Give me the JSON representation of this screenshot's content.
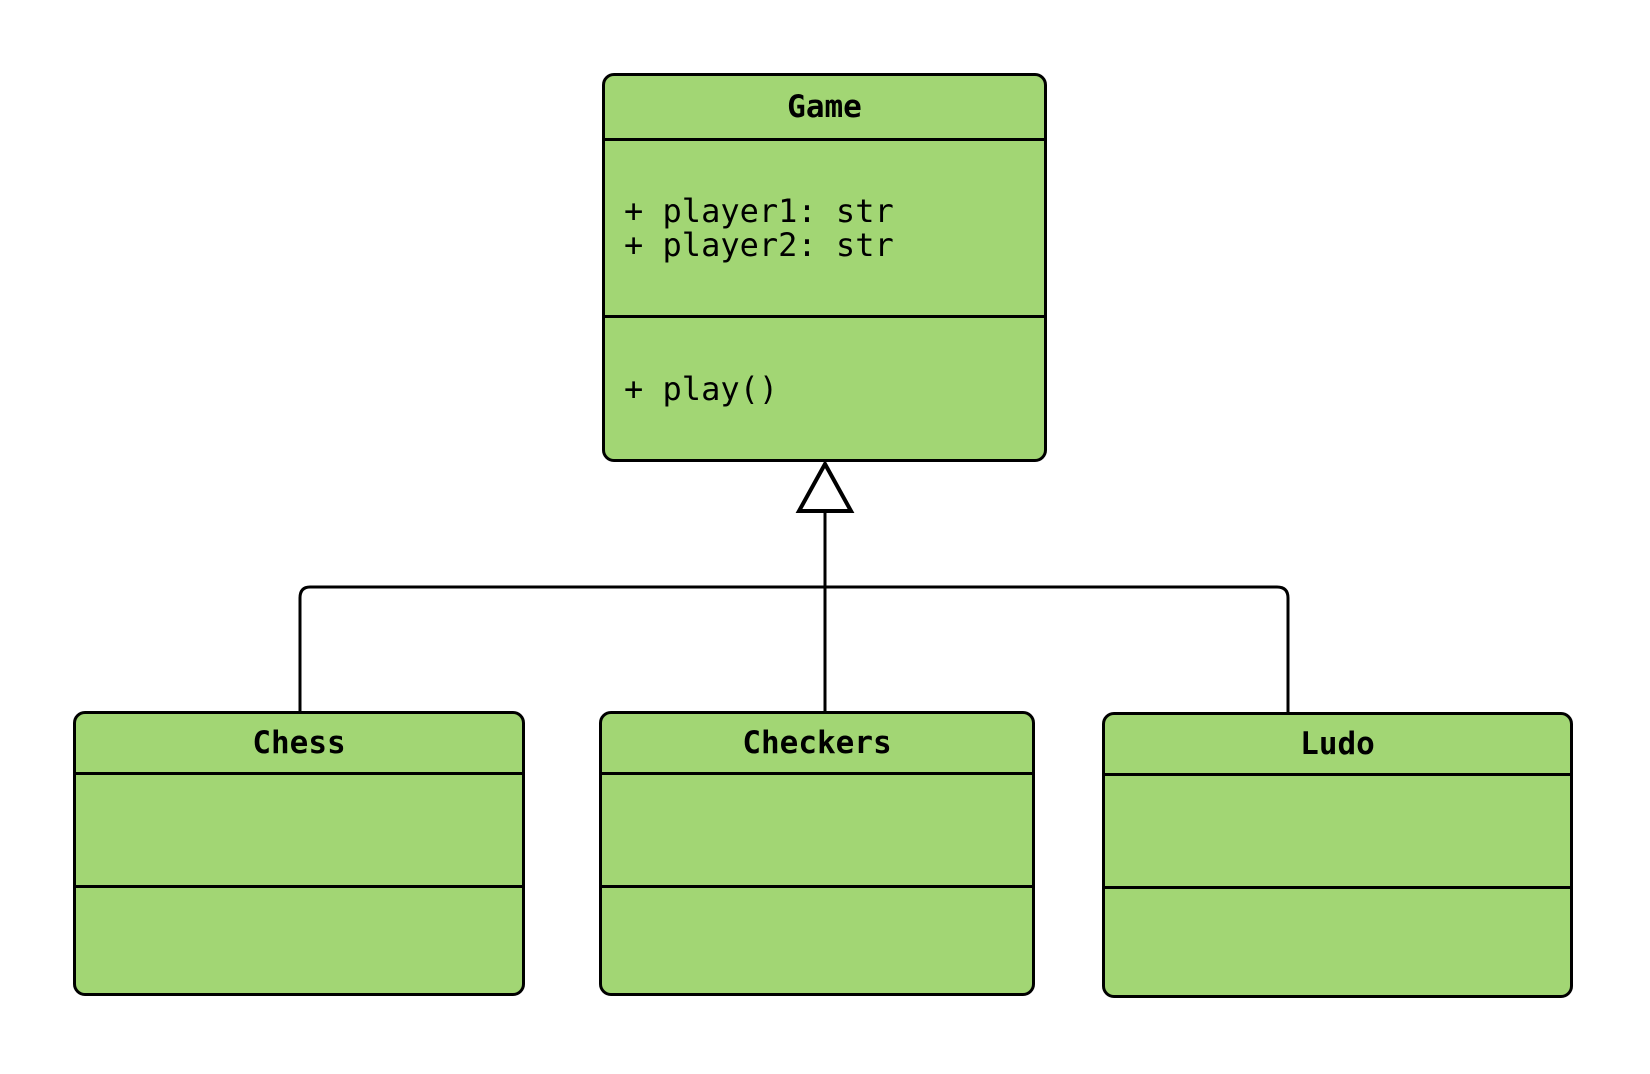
{
  "diagram": {
    "kind": "uml-class-diagram",
    "colors": {
      "node_fill": "#a2d674",
      "node_border": "#000000",
      "connector": "#000000",
      "background": "#ffffff",
      "text": "#000000"
    },
    "classes": [
      {
        "name": "Game",
        "attributes": [
          "+ player1: str",
          "+ player2: str"
        ],
        "methods": [
          "+ play()"
        ]
      },
      {
        "name": "Chess",
        "attributes": [],
        "methods": []
      },
      {
        "name": "Checkers",
        "attributes": [],
        "methods": []
      },
      {
        "name": "Ludo",
        "attributes": [],
        "methods": []
      }
    ],
    "relations": [
      {
        "type": "inheritance",
        "child": "Chess",
        "parent": "Game"
      },
      {
        "type": "inheritance",
        "child": "Checkers",
        "parent": "Game"
      },
      {
        "type": "inheritance",
        "child": "Ludo",
        "parent": "Game"
      }
    ]
  }
}
